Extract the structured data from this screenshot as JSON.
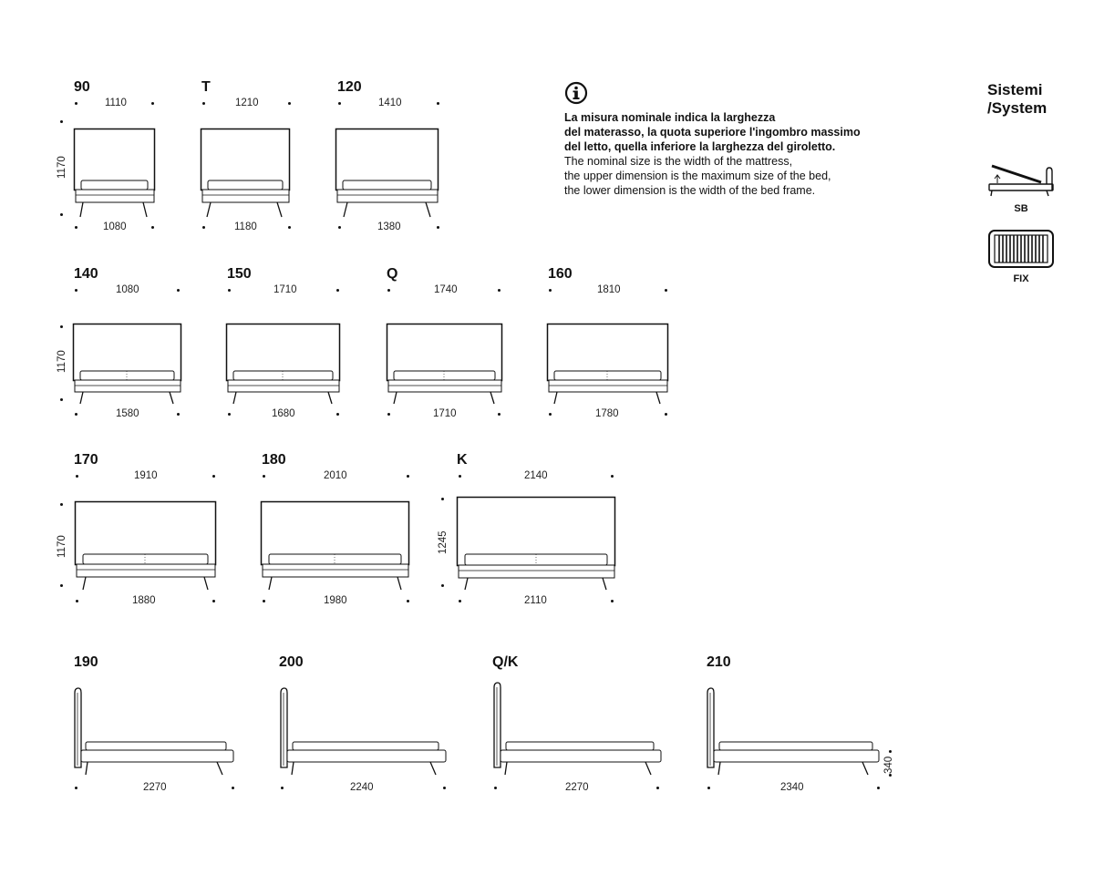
{
  "front_views": [
    {
      "code": "90",
      "top": "1110",
      "bottom": "1080",
      "height": "1170"
    },
    {
      "code": "T",
      "top": "1210",
      "bottom": "1180",
      "height": ""
    },
    {
      "code": "120",
      "top": "1410",
      "bottom": "1380",
      "height": ""
    },
    {
      "code": "140",
      "top": "1080",
      "bottom": "1580",
      "height": "1170"
    },
    {
      "code": "150",
      "top": "1710",
      "bottom": "1680",
      "height": ""
    },
    {
      "code": "Q",
      "top": "1740",
      "bottom": "1710",
      "height": ""
    },
    {
      "code": "160",
      "top": "1810",
      "bottom": "1780",
      "height": ""
    },
    {
      "code": "170",
      "top": "1910",
      "bottom": "1880",
      "height": "1170"
    },
    {
      "code": "180",
      "top": "2010",
      "bottom": "1980",
      "height": ""
    },
    {
      "code": "K",
      "top": "2140",
      "bottom": "2110",
      "height": "1245"
    }
  ],
  "side_views": [
    {
      "code": "190",
      "length": "2270"
    },
    {
      "code": "200",
      "length": "2240"
    },
    {
      "code": "Q/K",
      "length": "2270"
    },
    {
      "code": "210",
      "length": "2340",
      "side": "340"
    }
  ],
  "info": {
    "bold_lines": [
      "La misura nominale indica la larghezza",
      "del materasso, la quota superiore l'ingombro massimo",
      "del letto, quella inferiore la larghezza del giroletto."
    ],
    "regular_lines": [
      "The nominal size is the width of the mattress,",
      "the upper dimension is the maximum size of the bed,",
      "the lower dimension is the width of the bed frame."
    ]
  },
  "systems": {
    "title_1": "Sistemi",
    "title_2": "/System",
    "items": [
      {
        "icon": "storage-bed-icon",
        "label": "SB"
      },
      {
        "icon": "fixed-slats-icon",
        "label": "FIX"
      }
    ]
  }
}
